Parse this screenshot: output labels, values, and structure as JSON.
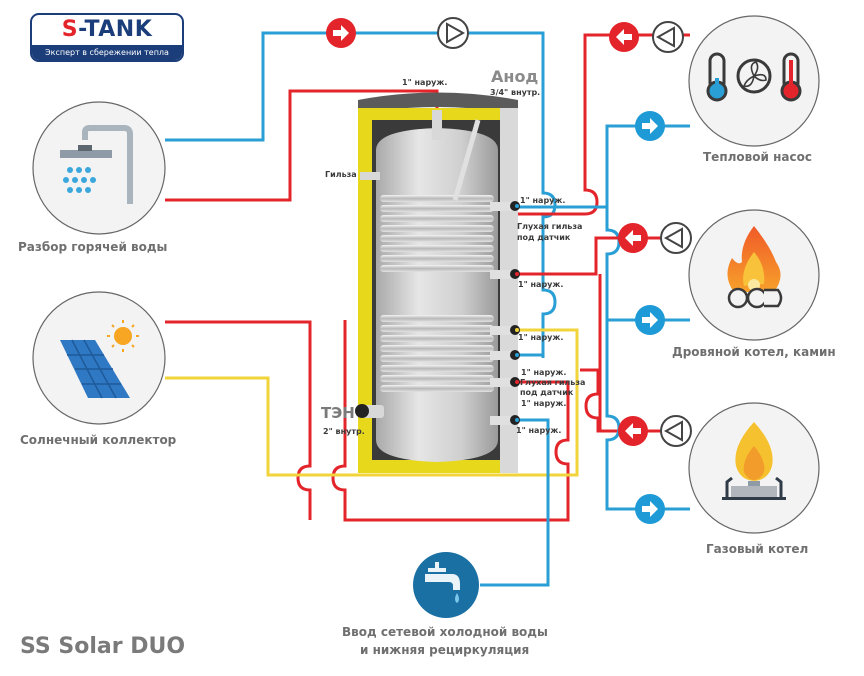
{
  "brand": {
    "logo_prefix": "S",
    "logo_rest": "-TANK",
    "tagline": "Эксперт в сбережении тепла",
    "colors": {
      "primary": "#1b3d7a",
      "accent": "#e3242b"
    }
  },
  "product": {
    "title": "SS Solar DUO"
  },
  "colors": {
    "hot_pipe": "#e3242b",
    "cold_pipe": "#2a9fd6",
    "solar_pipe": "#f2d43a",
    "insulation": "#e8d81c",
    "tank_steel": "#c9c9c9",
    "label_gray": "#6f6f6f",
    "circle_bg": "#f3f3f3"
  },
  "sources": {
    "hot_water_draw": {
      "label": "Разбор горячей воды",
      "icon": "shower-icon"
    },
    "solar_collector": {
      "label": "Солнечный коллектор",
      "icon": "solar-panel-icon"
    },
    "heat_pump": {
      "label": "Тепловой насос",
      "icon": "heat-pump-icon"
    },
    "wood_boiler": {
      "label": "Дровяной котел, камин",
      "icon": "wood-fire-icon"
    },
    "gas_boiler": {
      "label": "Газовый котел",
      "icon": "gas-burner-icon"
    },
    "cold_water_inlet": {
      "label_line1": "Ввод  сетевой холодной воды",
      "label_line2": "и нижняя рециркуляция",
      "icon": "water-tap-icon"
    }
  },
  "tank_labels": {
    "top_outlet": "1\" наруж.",
    "anode_title": "Анод",
    "anode_size": "3/4\" внутр.",
    "sleeve": "Гильза",
    "port1": "1\" наруж.",
    "blind_sleeve1_line1": "Глухая гильза",
    "blind_sleeve1_line2": "под датчик",
    "port2": "1\" наруж.",
    "port3": "1\" наруж.",
    "port4": "1\" наруж.",
    "blind_sleeve2_line1": "Глухая гильза",
    "blind_sleeve2_line2": "под датчик",
    "port5": "1\" наруж.",
    "port6": "1\" наруж.",
    "heater_title": "ТЭН",
    "heater_size": "2\" внутр."
  }
}
